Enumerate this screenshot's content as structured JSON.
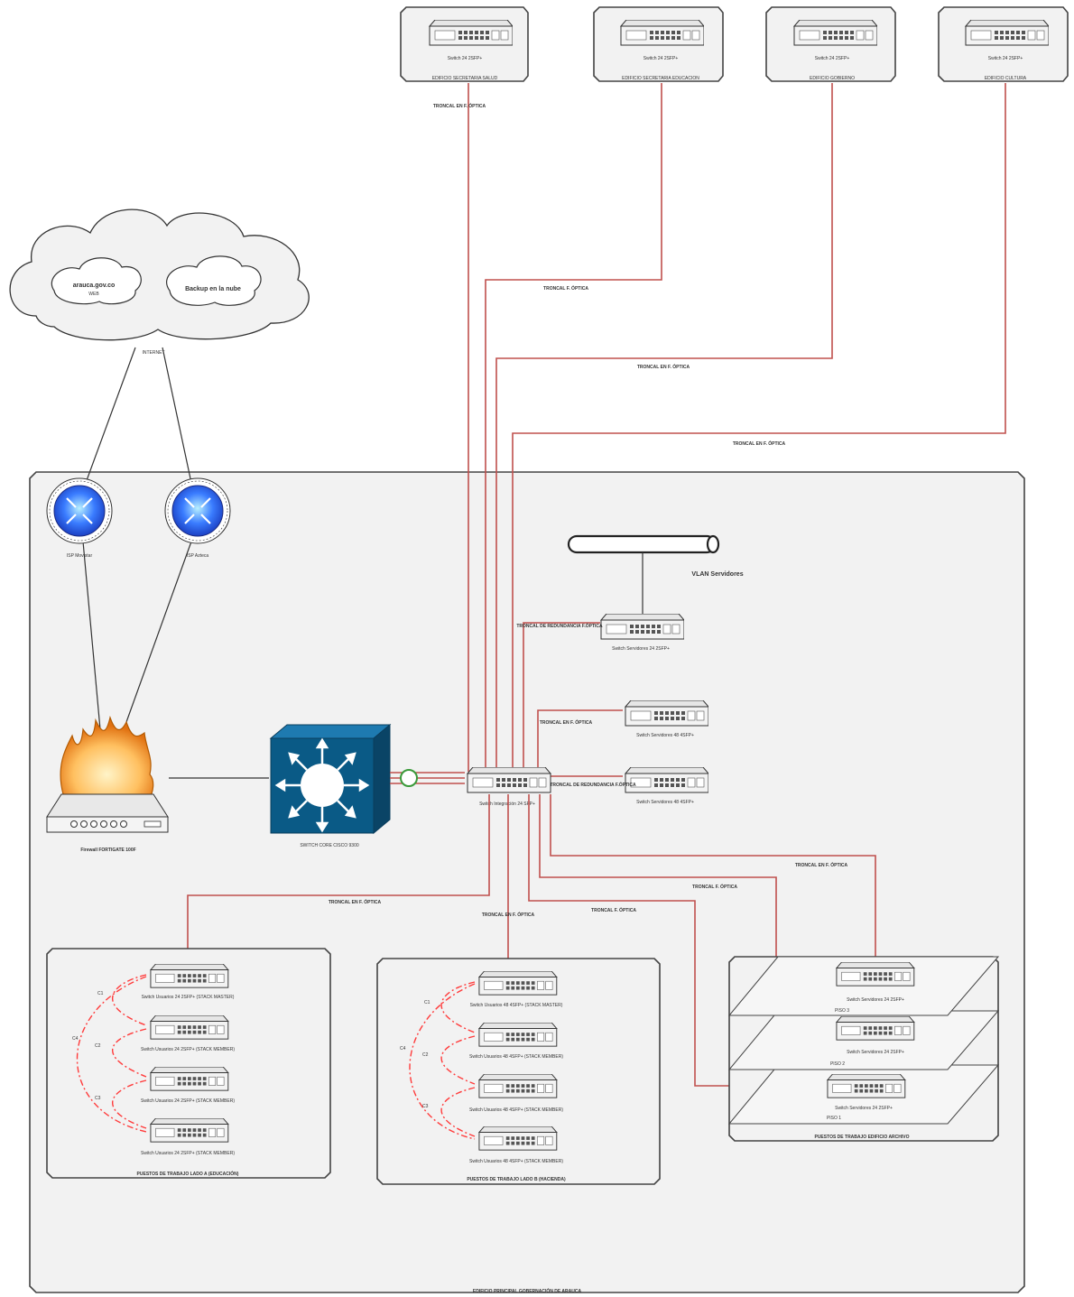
{
  "colors": {
    "fiber": "#c0504d",
    "stacking": "#ff3b3b",
    "router": "#2a5fe0",
    "core_switch": "#0a5a86",
    "panel": "#f2f2f2"
  },
  "remote_sites": [
    {
      "switch_label": "Switch 24 2SFP+",
      "site_label": "EDIFICIO SECRETARIA SALUD"
    },
    {
      "switch_label": "Switch 24 2SFP+",
      "site_label": "EDIFICIO SECRETARIA EDUCACION"
    },
    {
      "switch_label": "Switch 24 2SFP+",
      "site_label": "EDIFICIO GOBIERNO"
    },
    {
      "switch_label": "Switch 24 2SFP+",
      "site_label": "EDIFICIO CULTURA"
    }
  ],
  "cloud": {
    "site1_title": "arauca.gov.co",
    "site1_sub": "WEB",
    "site2_title": "Backup en la nube",
    "label": "INTERNET"
  },
  "routers": [
    {
      "label": "ISP Movistar",
      "icon": "router-icon"
    },
    {
      "label": "ISP Azteca",
      "icon": "router-icon"
    }
  ],
  "firewall_label": "Firewall FORTIGATE 100F",
  "core_switch_label": "SWITCH CORE CISCO 9300",
  "integration_switch_label": "Switch Integración 24 SFP+",
  "vlan_label": "VLAN Servidores",
  "server_switches": [
    "Switch Servidores 24 2SFP+",
    "Switch Servidores 48 4SFP+",
    "Switch Servidores 48 4SFP+"
  ],
  "links": {
    "trunk_remote_1": "TRONCAL EN F. ÓPTICA",
    "trunk_remote_2": "TRONCAL F. ÓPTICA",
    "trunk_remote_3": "TRONCAL EN F. ÓPTICA",
    "trunk_remote_4": "TRONCAL EN F. ÓPTICA",
    "trunk_servers_1": "TRONCAL DE REDUNDANCIA F.ÓPTICA",
    "trunk_servers_2": "TRONCAL EN F. ÓPTICA",
    "trunk_servers_3": "TRONCAL DE REDUNDANCIA F.ÓPTICA",
    "trunk_wing_a": "TRONCAL EN F. ÓPTICA",
    "trunk_wing_b": "TRONCAL EN F. ÓPTICA",
    "trunk_archive_1": "TRONCAL F. ÓPTICA",
    "trunk_archive_2": "TRONCAL F. ÓPTICA",
    "trunk_archive_3": "TRONCAL EN F. ÓPTICA"
  },
  "wing_a": {
    "title": "PUESTOS DE TRABAJO LADO A (EDUCACIÓN)",
    "switches": [
      "Switch Usuarios 24 2SFP+ (STACK MASTER)",
      "Switch Usuarios 24 2SFP+ (STACK MEMBER)",
      "Switch Usuarios 24 2SFP+ (STACK MEMBER)",
      "Switch Usuarios 24 2SFP+ (STACK MEMBER)"
    ],
    "stack_labels": [
      "C1",
      "C2",
      "C3",
      "C4"
    ]
  },
  "wing_b": {
    "title": "PUESTOS DE TRABAJO LADO B (HACIENDA)",
    "switches": [
      "Switch Usuarios 48 4SFP+ (STACK MASTER)",
      "Switch Usuarios 48 4SFP+ (STACK MEMBER)",
      "Switch Usuarios 48 4SFP+ (STACK MEMBER)",
      "Switch Usuarios 48 4SFP+ (STACK MEMBER)"
    ],
    "stack_labels": [
      "C1",
      "C2",
      "C3",
      "C4"
    ]
  },
  "archive": {
    "title": "PUESTOS DE TRABAJO EDIFICIO ARCHIVO",
    "floors": [
      {
        "switch": "Switch Servidores 24 2SFP+",
        "floor": "PISO 3"
      },
      {
        "switch": "Switch Servidores 24 2SFP+",
        "floor": "PISO 2"
      },
      {
        "switch": "Switch Servidores 24 2SFP+",
        "floor": "PISO 1"
      }
    ]
  },
  "main_building_label": "EDIFICIO PRINCIPAL GOBERNACIÓN DE ARAUCA"
}
